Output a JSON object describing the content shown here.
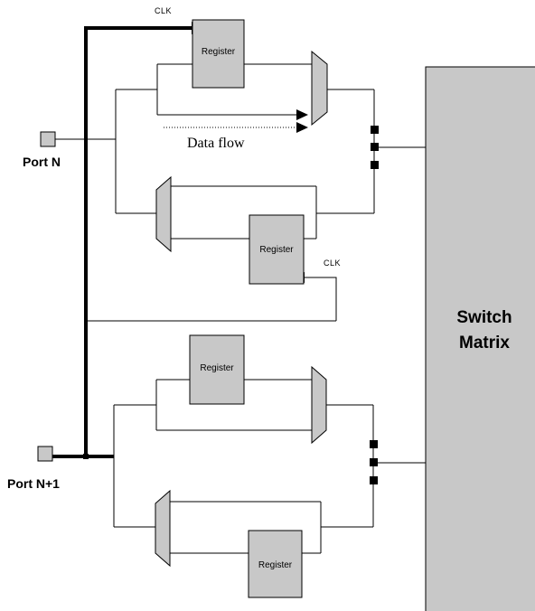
{
  "clk_top": "CLK",
  "clk_mid": "CLK",
  "port_n": "Port N",
  "port_n1": "Port N+1",
  "data_flow": "Data flow",
  "switch_matrix_line1": "Switch",
  "switch_matrix_line2": "Matrix",
  "register": "Register",
  "colors": {
    "block_fill": "#c8c8c8",
    "line": "#000000"
  }
}
